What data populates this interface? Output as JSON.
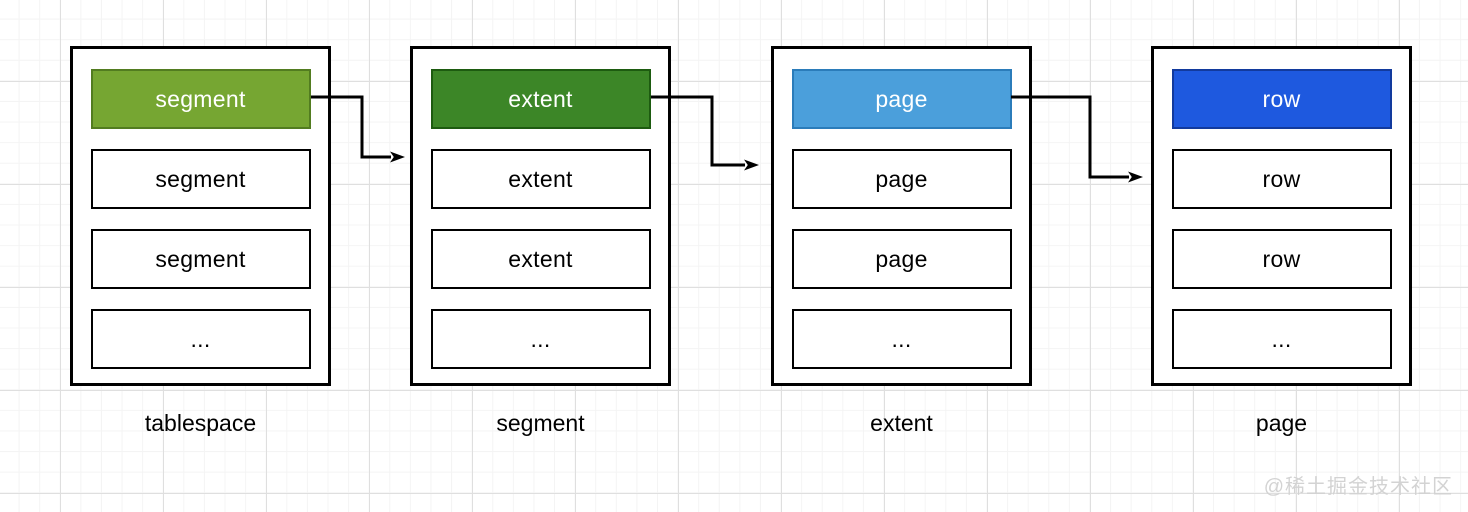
{
  "diagram": {
    "containers": [
      {
        "label": "tablespace",
        "header": {
          "text": "segment",
          "fill": "#76a632",
          "border": "#527c20",
          "text_color": "#ffffff"
        },
        "items": [
          "segment",
          "segment",
          "..."
        ]
      },
      {
        "label": "segment",
        "header": {
          "text": "extent",
          "fill": "#3c8627",
          "border": "#1d5b10",
          "text_color": "#ffffff"
        },
        "items": [
          "extent",
          "extent",
          "..."
        ]
      },
      {
        "label": "extent",
        "header": {
          "text": "page",
          "fill": "#4b9fdb",
          "border": "#2b7cba",
          "text_color": "#ffffff"
        },
        "items": [
          "page",
          "page",
          "..."
        ]
      },
      {
        "label": "page",
        "header": {
          "text": "row",
          "fill": "#1e59df",
          "border": "#123a9d",
          "text_color": "#ffffff"
        },
        "items": [
          "row",
          "row",
          "..."
        ]
      }
    ],
    "arrow_color": "#000000"
  },
  "watermark": {
    "text": "@稀土掘金技术社区"
  }
}
